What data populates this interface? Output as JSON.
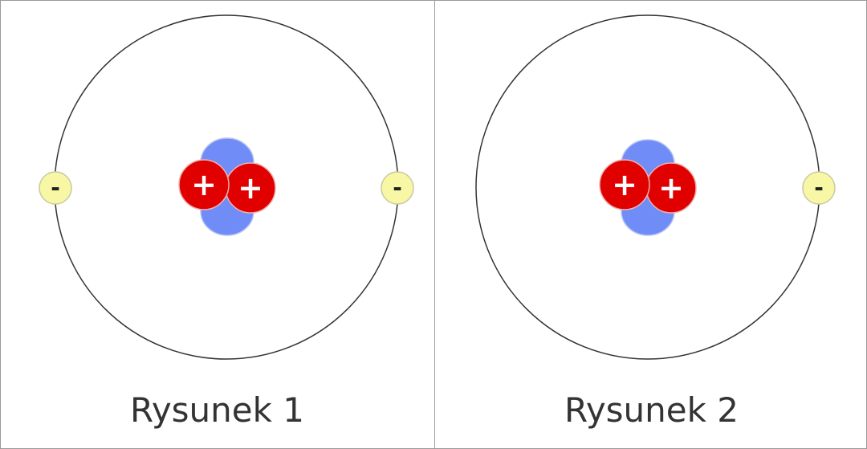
{
  "figures": [
    {
      "caption": "Rysunek 1",
      "electron_count": 2
    },
    {
      "caption": "Rysunek 2",
      "electron_count": 1
    }
  ],
  "symbols": {
    "proton": "+",
    "electron": "-"
  },
  "colors": {
    "neutron": "#6f8cf7",
    "proton": "#e00000",
    "electron": "#f7f7a6",
    "orbit": "#333333",
    "border": "#9a9a9a"
  }
}
